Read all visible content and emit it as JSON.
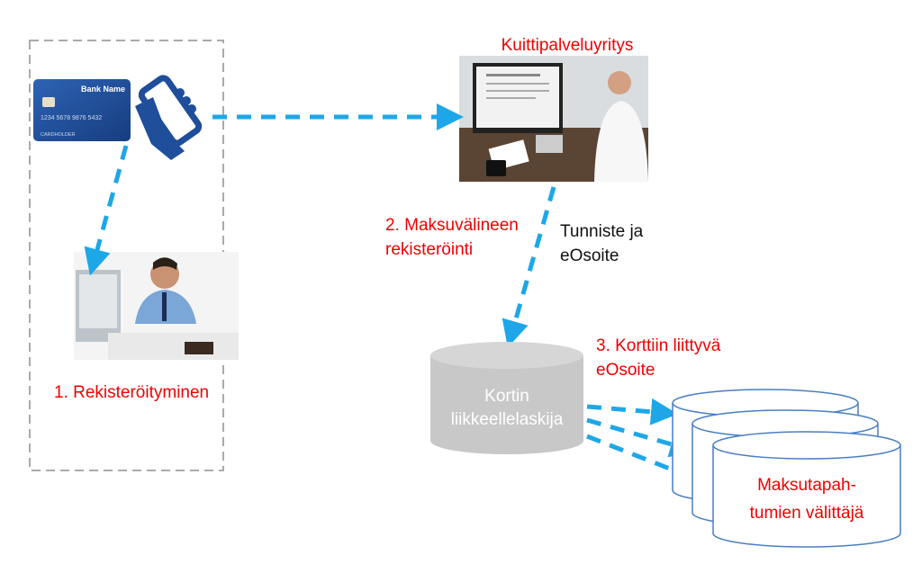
{
  "labels": {
    "step1": "1. Rekisteröityminen",
    "receipt_company": "Kuittipalveluyritys",
    "step2_line1": "2. Maksuvälineen",
    "step2_line2": "rekisteröinti",
    "id_line1": "Tunniste ja",
    "id_line2": "eOsoite",
    "step3_line1": "3. Korttiin liittyvä",
    "step3_line2": "eOsoite",
    "issuer_line1": "Kortin",
    "issuer_line2": "liikkeellelaskija",
    "processor_line1": "Maksutapah-",
    "processor_line2": "tumien välittäjä"
  },
  "card": {
    "bank_name": "Bank Name",
    "number": "1234 5678 9876 5432",
    "holder": "CARDHOLDER"
  },
  "colors": {
    "arrow": "#1ea7e8",
    "label_red": "#f00000",
    "card_blue": "#1f4e9a",
    "issuer_gray": "#c8c8c8",
    "cylinder_outline": "#4a7fc1"
  }
}
